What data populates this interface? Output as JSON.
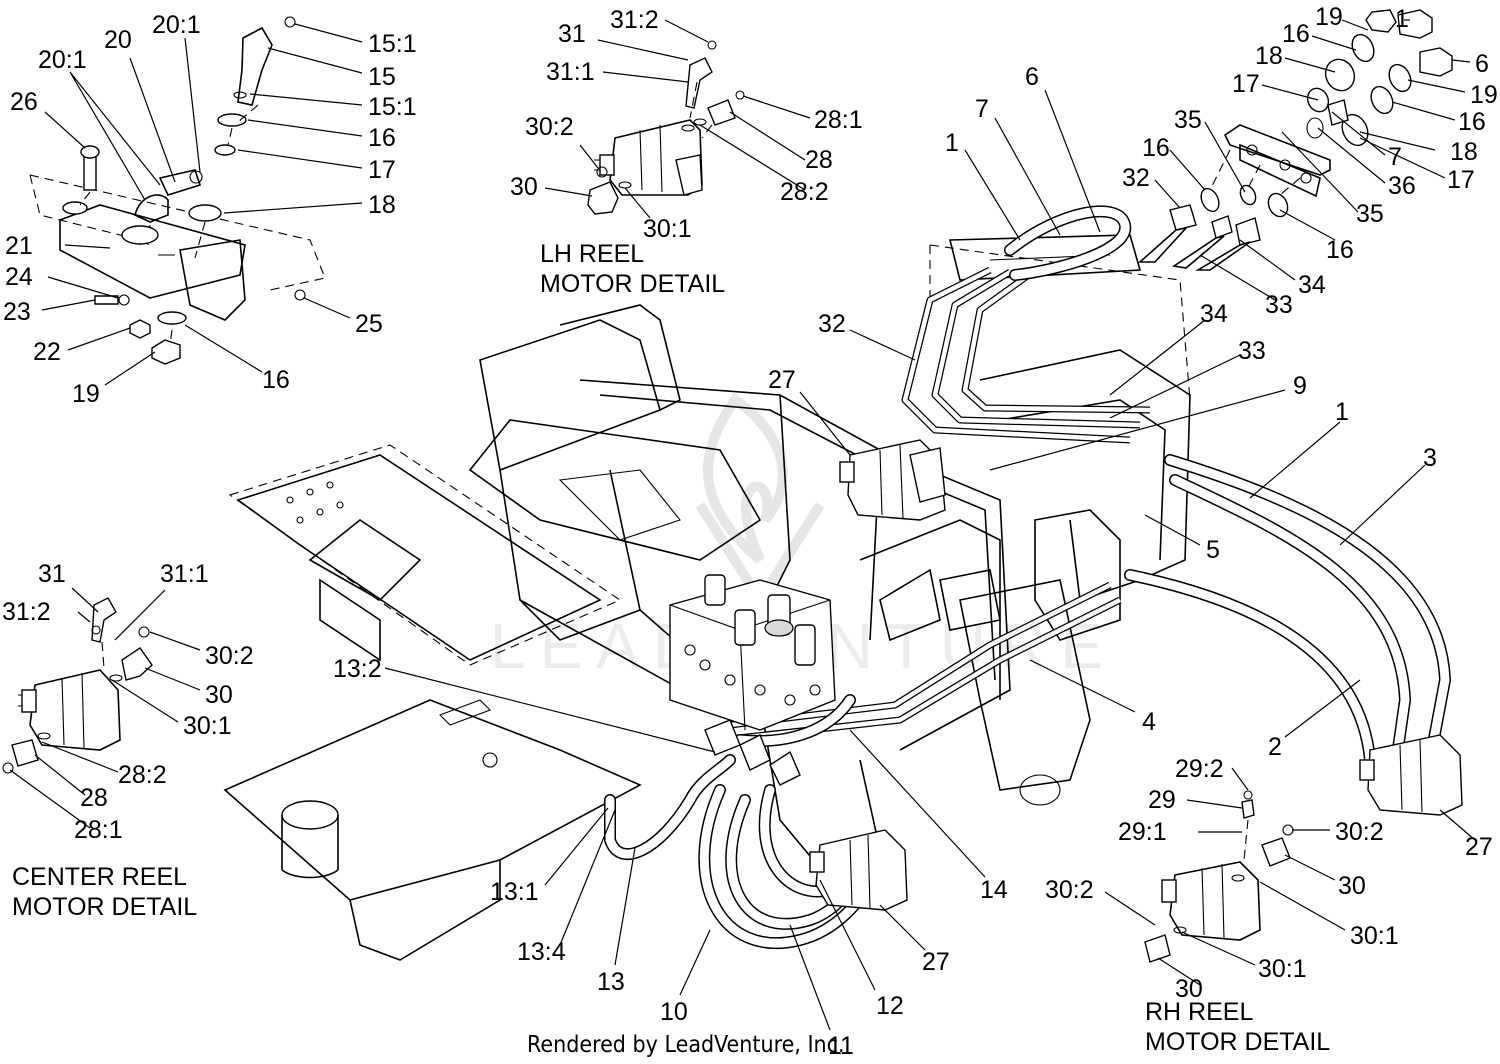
{
  "captions": {
    "lh_line1": "LH REEL",
    "lh_line2": "MOTOR DETAIL",
    "center_line1": "CENTER REEL",
    "center_line2": "MOTOR DETAIL",
    "rh_line1": "RH REEL",
    "rh_line2": "MOTOR DETAIL"
  },
  "credit": "Rendered by LeadVenture, Inc.",
  "watermark": "LEADVENTURE",
  "callouts": {
    "c_15_1a": "15:1",
    "c_15": "15",
    "c_15_1b": "15:1",
    "c_16a": "16",
    "c_17a": "17",
    "c_18a": "18",
    "c_20_1top": "20:1",
    "c_20": "20",
    "c_20_1b": "20:1",
    "c_26": "26",
    "c_21": "21",
    "c_24": "24",
    "c_23": "23",
    "c_22": "22",
    "c_19a": "19",
    "c_16b": "16",
    "c_25": "25",
    "lh_31_2": "31:2",
    "lh_31": "31",
    "lh_31_1": "31:1",
    "lh_28_1": "28:1",
    "lh_30_2": "30:2",
    "lh_28": "28",
    "lh_30": "30",
    "lh_28_2": "28:2",
    "lh_30_1": "30:1",
    "k_19": "19",
    "k_1": "1",
    "k_16a": "16",
    "k_6": "6",
    "k_18a": "18",
    "k_19b": "19",
    "k_17a": "17",
    "k_16b": "16",
    "k_35a": "35",
    "k_7b": "7",
    "k_18b": "18",
    "k_16c": "16",
    "k_36": "36",
    "k_17b": "17",
    "k_32": "32",
    "k_35b": "35",
    "k_16d": "16",
    "k_34": "34",
    "k_33": "33",
    "m_6": "6",
    "m_7": "7",
    "m_1": "1",
    "m_32": "32",
    "m_34": "34",
    "m_33": "33",
    "m_27a": "27",
    "m_9": "9",
    "m_1b": "1",
    "m_3": "3",
    "m_5": "5",
    "m_4": "4",
    "m_2": "2",
    "m_27b": "27",
    "m_14": "14",
    "m_13_2": "13:2",
    "m_13_1": "13:1",
    "m_13_4": "13:4",
    "m_13": "13",
    "m_10": "10",
    "m_11": "11",
    "m_12": "12",
    "m_27c": "27",
    "ce_31": "31",
    "ce_31_1": "31:1",
    "ce_31_2": "31:2",
    "ce_30_2": "30:2",
    "ce_30": "30",
    "ce_30_1": "30:1",
    "ce_28_2": "28:2",
    "ce_28": "28",
    "ce_28_1": "28:1",
    "rh_29_2": "29:2",
    "rh_29": "29",
    "rh_29_1": "29:1",
    "rh_30_2a": "30:2",
    "rh_30a": "30",
    "rh_30_1a": "30:1",
    "rh_30_2b": "30:2",
    "rh_30_1b": "30:1",
    "rh_30b": "30"
  }
}
